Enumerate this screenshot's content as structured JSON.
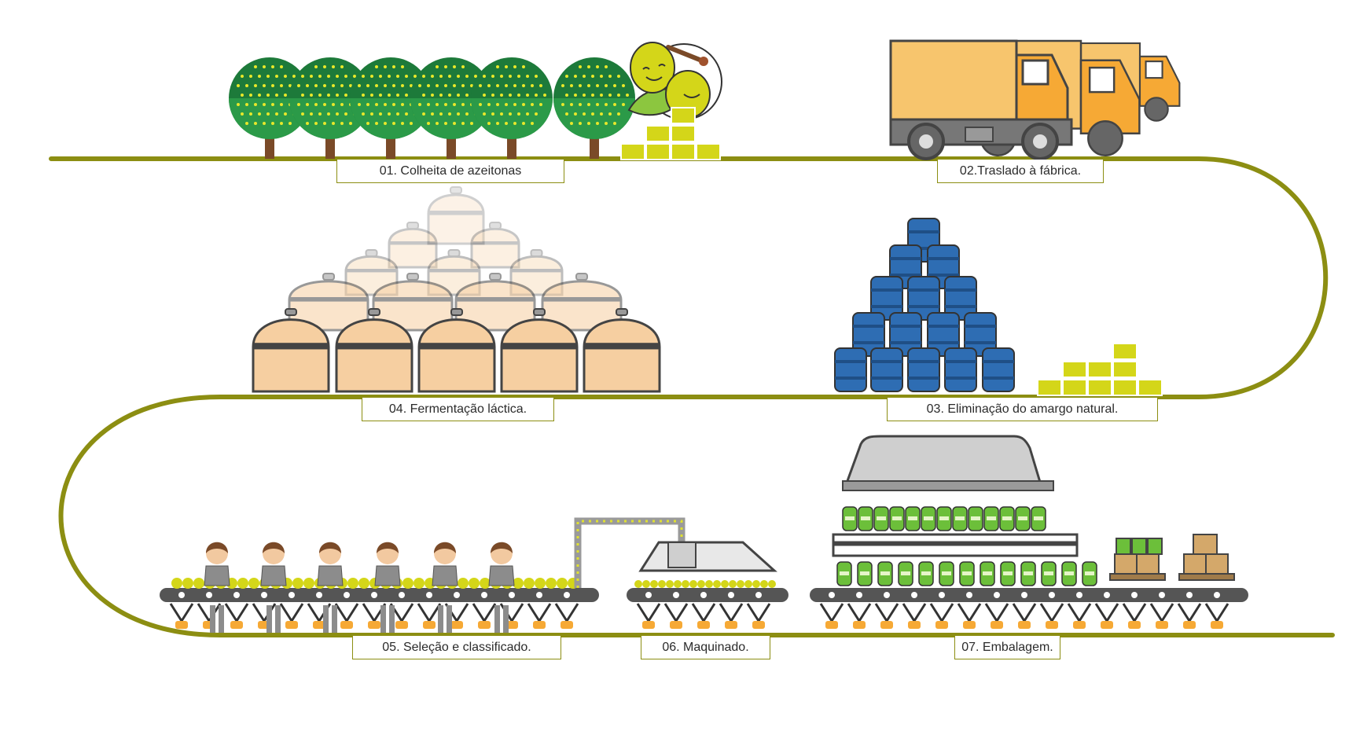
{
  "steps": {
    "s01": "01. Colheita de azeitonas",
    "s02": "02.Traslado à fábrica.",
    "s03": "03. Eliminação do amargo natural.",
    "s04": "04. Fermentação láctica.",
    "s05": "05. Seleção e classificado.",
    "s06": "06. Maquinado.",
    "s07": "07. Embalagem."
  },
  "colors": {
    "path": "#8c8e12",
    "tree_crown": "#1d7a3a",
    "olive": "#d4d619",
    "truck_body": "#f7c56d",
    "tank": "#f6cfa1",
    "barrel": "#2e6db3",
    "conveyor": "#555555",
    "jar": "#6cbf3a"
  }
}
